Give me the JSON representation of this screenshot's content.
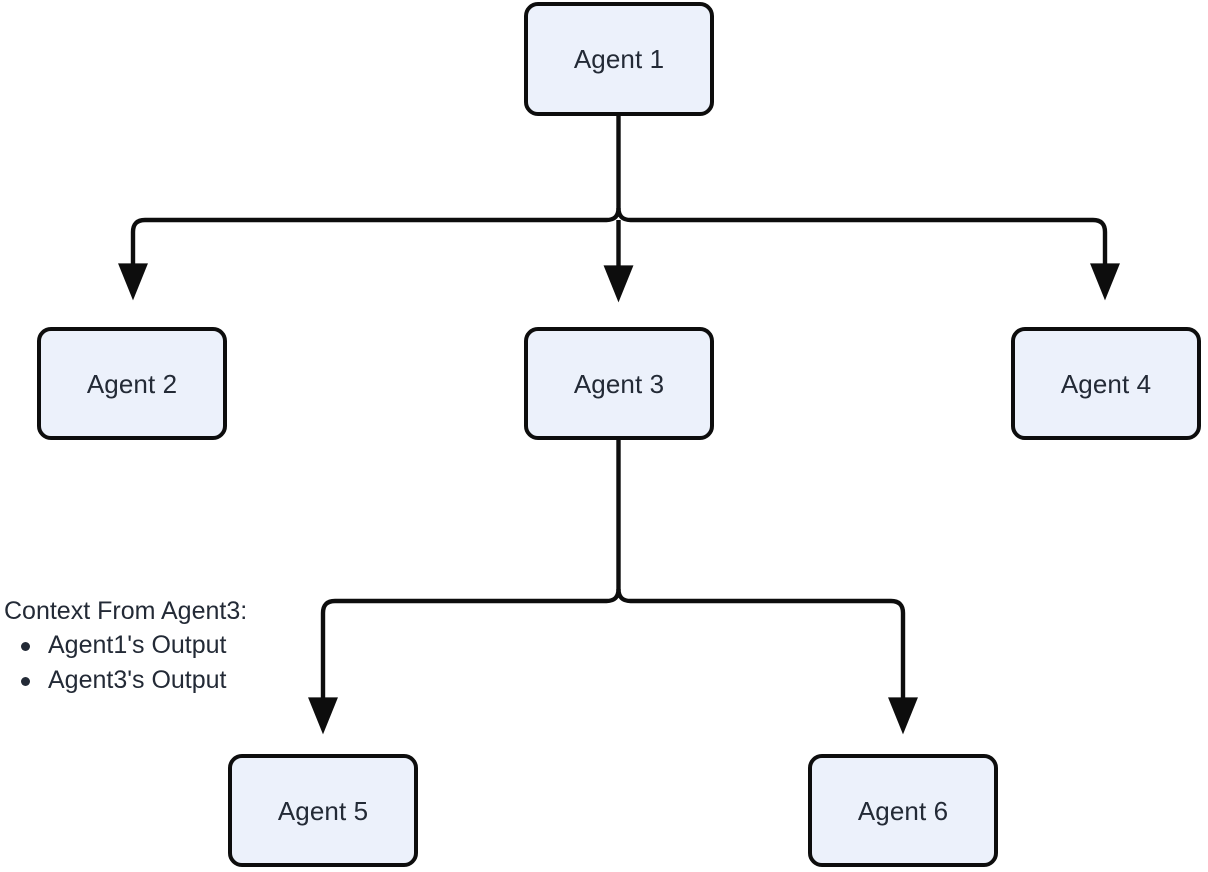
{
  "diagram": {
    "type": "flowchart",
    "orientation": "top-down",
    "background_color": "#ffffff",
    "node_fill_color": "#ecf1fb",
    "node_border_color": "#0d0d0d",
    "text_color": "#232a36",
    "edge_color": "#0d0d0d",
    "nodes": [
      {
        "id": "agent1",
        "label": "Agent 1",
        "level": 0
      },
      {
        "id": "agent2",
        "label": "Agent 2",
        "level": 1
      },
      {
        "id": "agent3",
        "label": "Agent 3",
        "level": 1
      },
      {
        "id": "agent4",
        "label": "Agent 4",
        "level": 1
      },
      {
        "id": "agent5",
        "label": "Agent 5",
        "level": 2
      },
      {
        "id": "agent6",
        "label": "Agent 6",
        "level": 2
      }
    ],
    "edges": [
      {
        "from": "agent1",
        "to": "agent2"
      },
      {
        "from": "agent1",
        "to": "agent3"
      },
      {
        "from": "agent1",
        "to": "agent4"
      },
      {
        "from": "agent3",
        "to": "agent5"
      },
      {
        "from": "agent3",
        "to": "agent6"
      }
    ]
  },
  "annotation": {
    "title": "Context From Agent3:",
    "items": [
      "Agent1's Output",
      "Agent3's Output"
    ]
  }
}
